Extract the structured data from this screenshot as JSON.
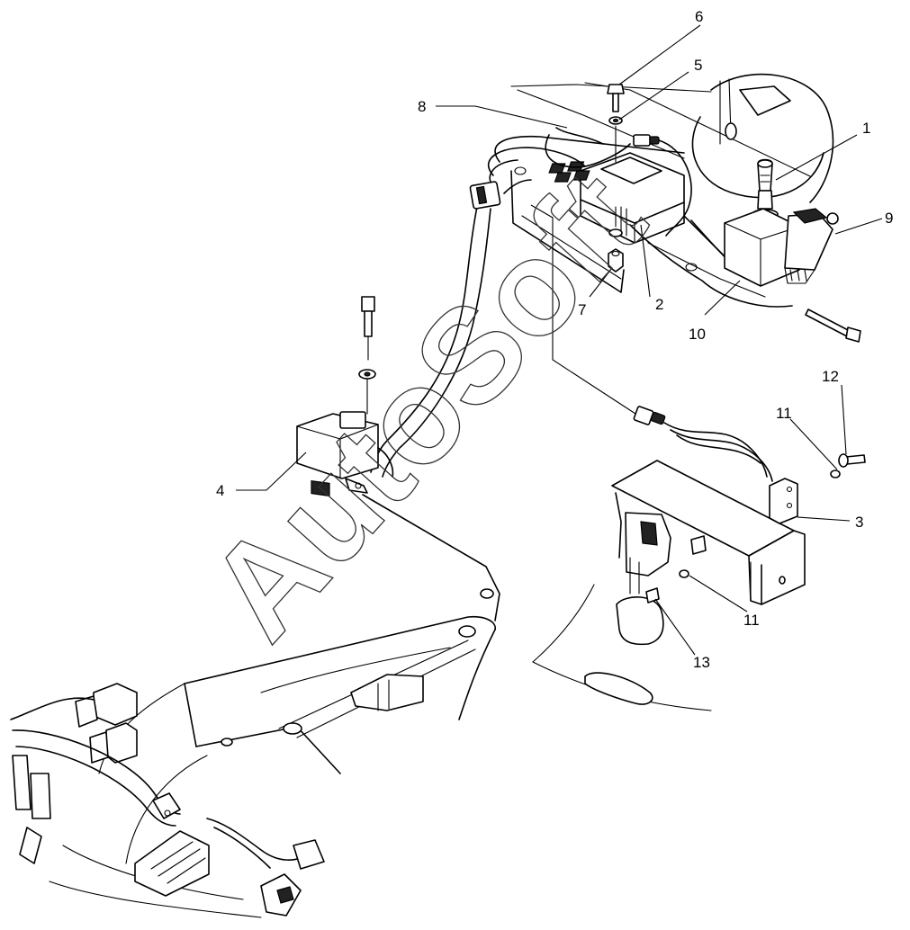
{
  "watermark": "AutoSoft",
  "callouts": [
    {
      "id": "c1",
      "label": "1"
    },
    {
      "id": "c2",
      "label": "2"
    },
    {
      "id": "c3",
      "label": "3"
    },
    {
      "id": "c4",
      "label": "4"
    },
    {
      "id": "c5",
      "label": "5"
    },
    {
      "id": "c6",
      "label": "6"
    },
    {
      "id": "c7",
      "label": "7"
    },
    {
      "id": "c8",
      "label": "8"
    },
    {
      "id": "c9",
      "label": "9"
    },
    {
      "id": "c10",
      "label": "10"
    },
    {
      "id": "c11a",
      "label": "11"
    },
    {
      "id": "c11b",
      "label": "11"
    },
    {
      "id": "c12",
      "label": "12"
    },
    {
      "id": "c13",
      "label": "13"
    }
  ]
}
